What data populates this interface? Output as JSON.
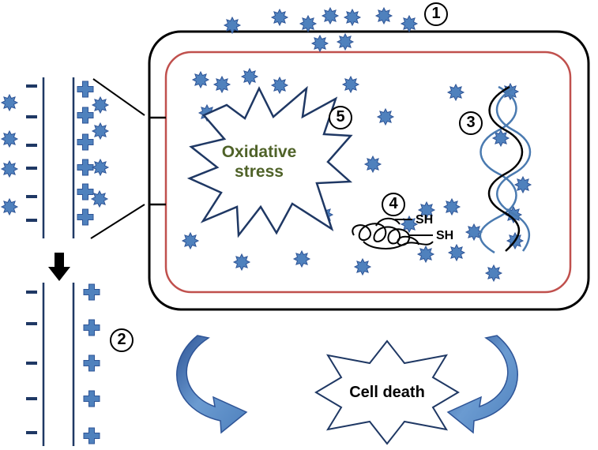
{
  "labels": {
    "oxidative_stress_line1": "Oxidative",
    "oxidative_stress_line2": "stress",
    "cell_death": "Cell death",
    "thiol_1": "SH",
    "thiol_2": "SH"
  },
  "markers": [
    "1",
    "2",
    "3",
    "4",
    "5"
  ],
  "colors": {
    "nanoparticle": "#4f81bd",
    "nanoparticle_outline": "#2f5597",
    "membrane_line": "#1f3864",
    "inner_membrane": "#c0504d",
    "oxidative_text": "#4f6228",
    "dna_strand": "#4a7ab0",
    "arrow_fill": "#4f81bd"
  },
  "icons": [
    "nanoparticle-icon",
    "plus-charge-icon",
    "minus-charge-icon",
    "down-arrow-icon",
    "curved-arrow-icon"
  ]
}
